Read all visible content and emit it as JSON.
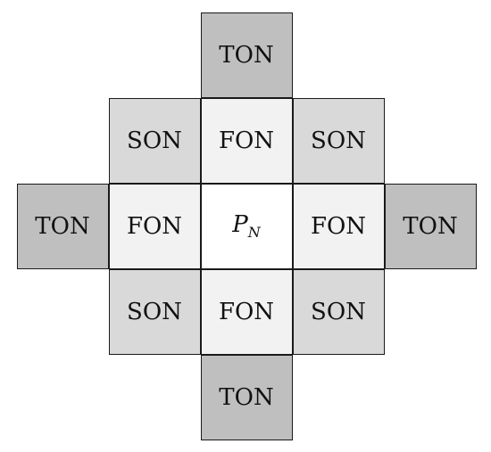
{
  "colors": {
    "center": "#ffffff",
    "fon": "#f2f2f2",
    "son": "#d9d9d9",
    "ton": "#bfbfbf",
    "border": "#1a1a1a"
  },
  "center": {
    "label": "P",
    "subscript": "N"
  },
  "cells": [
    {
      "kind": "ton",
      "label": "TON",
      "row": -2,
      "col": 0
    },
    {
      "kind": "son",
      "label": "SON",
      "row": -1,
      "col": -1
    },
    {
      "kind": "fon",
      "label": "FON",
      "row": -1,
      "col": 0
    },
    {
      "kind": "son",
      "label": "SON",
      "row": -1,
      "col": 1
    },
    {
      "kind": "ton",
      "label": "TON",
      "row": 0,
      "col": -2
    },
    {
      "kind": "fon",
      "label": "FON",
      "row": 0,
      "col": -1
    },
    {
      "kind": "fon",
      "label": "FON",
      "row": 0,
      "col": 1
    },
    {
      "kind": "ton",
      "label": "TON",
      "row": 0,
      "col": 2
    },
    {
      "kind": "son",
      "label": "SON",
      "row": 1,
      "col": -1
    },
    {
      "kind": "fon",
      "label": "FON",
      "row": 1,
      "col": 0
    },
    {
      "kind": "son",
      "label": "SON",
      "row": 1,
      "col": 1
    },
    {
      "kind": "ton",
      "label": "TON",
      "row": 2,
      "col": 0
    }
  ]
}
